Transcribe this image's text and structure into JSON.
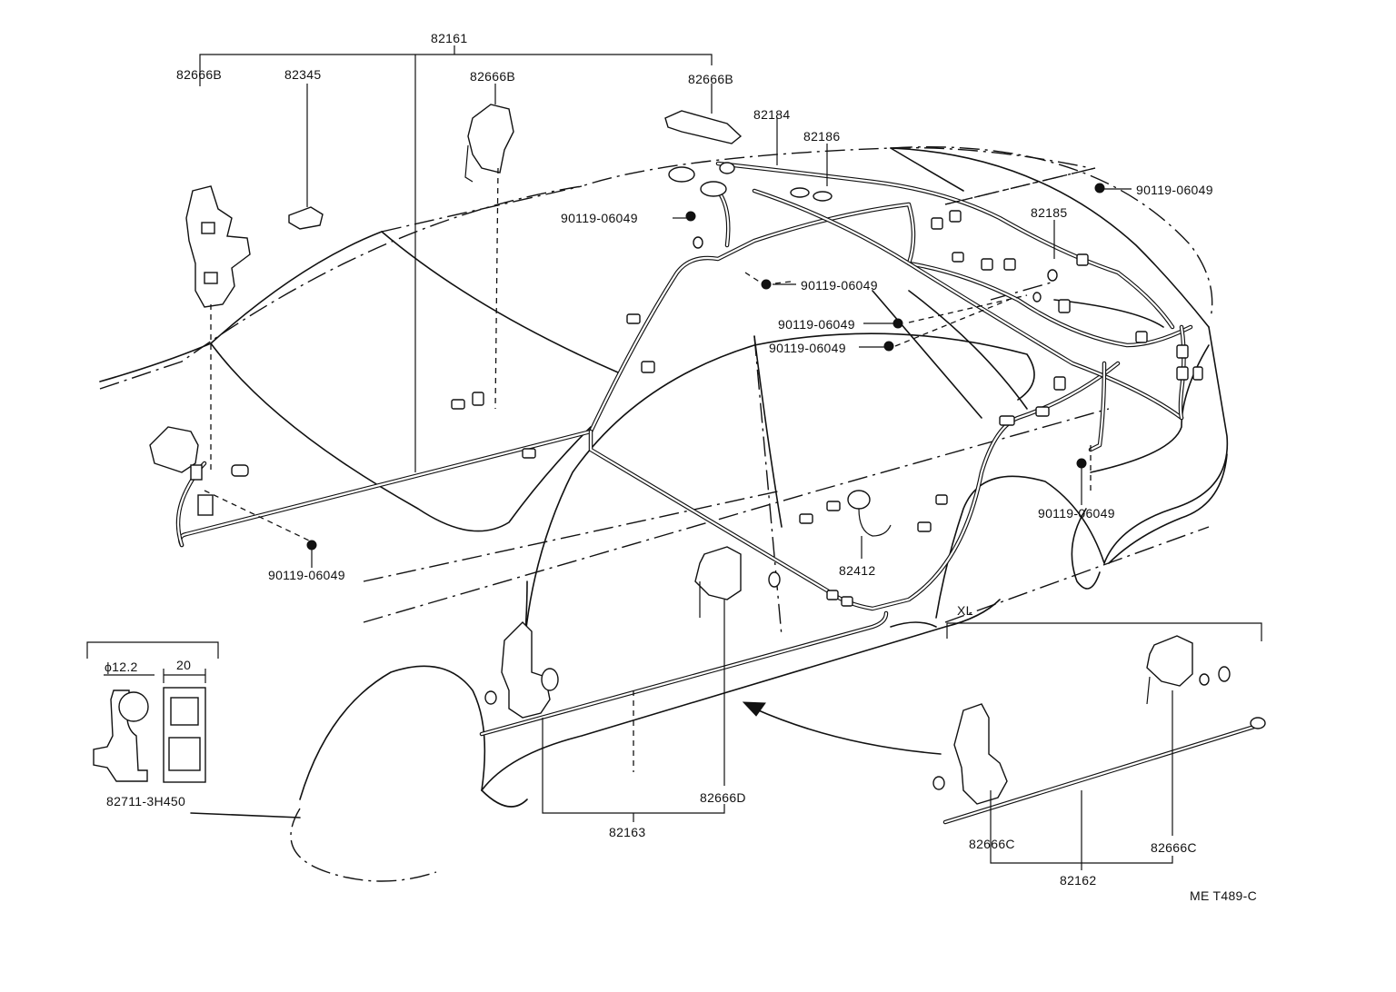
{
  "diagram": {
    "labels": {
      "p82161": "82161",
      "p82666B_left": "82666B",
      "p82345": "82345",
      "p82666B_mid": "82666B",
      "p82666B_right": "82666B",
      "p82184": "82184",
      "p82186": "82186",
      "p82185": "82185",
      "bolt_a": "90119-06049",
      "bolt_b": "90119-06049",
      "bolt_c": "90119-06049",
      "bolt_d": "90119-06049",
      "bolt_e": "90119-06049",
      "bolt_f": "90119-06049",
      "bolt_g": "90119-06049",
      "p82412": "82412",
      "p82666D": "82666D",
      "p82163": "82163",
      "xl": "XL",
      "p82666C_left": "82666C",
      "p82666C_right": "82666C",
      "p82162": "82162",
      "clip_dia": "ϕ12.2",
      "clip_width": "20",
      "clip_part": "82711-3H450",
      "figure_code": "ME T489-C"
    }
  }
}
